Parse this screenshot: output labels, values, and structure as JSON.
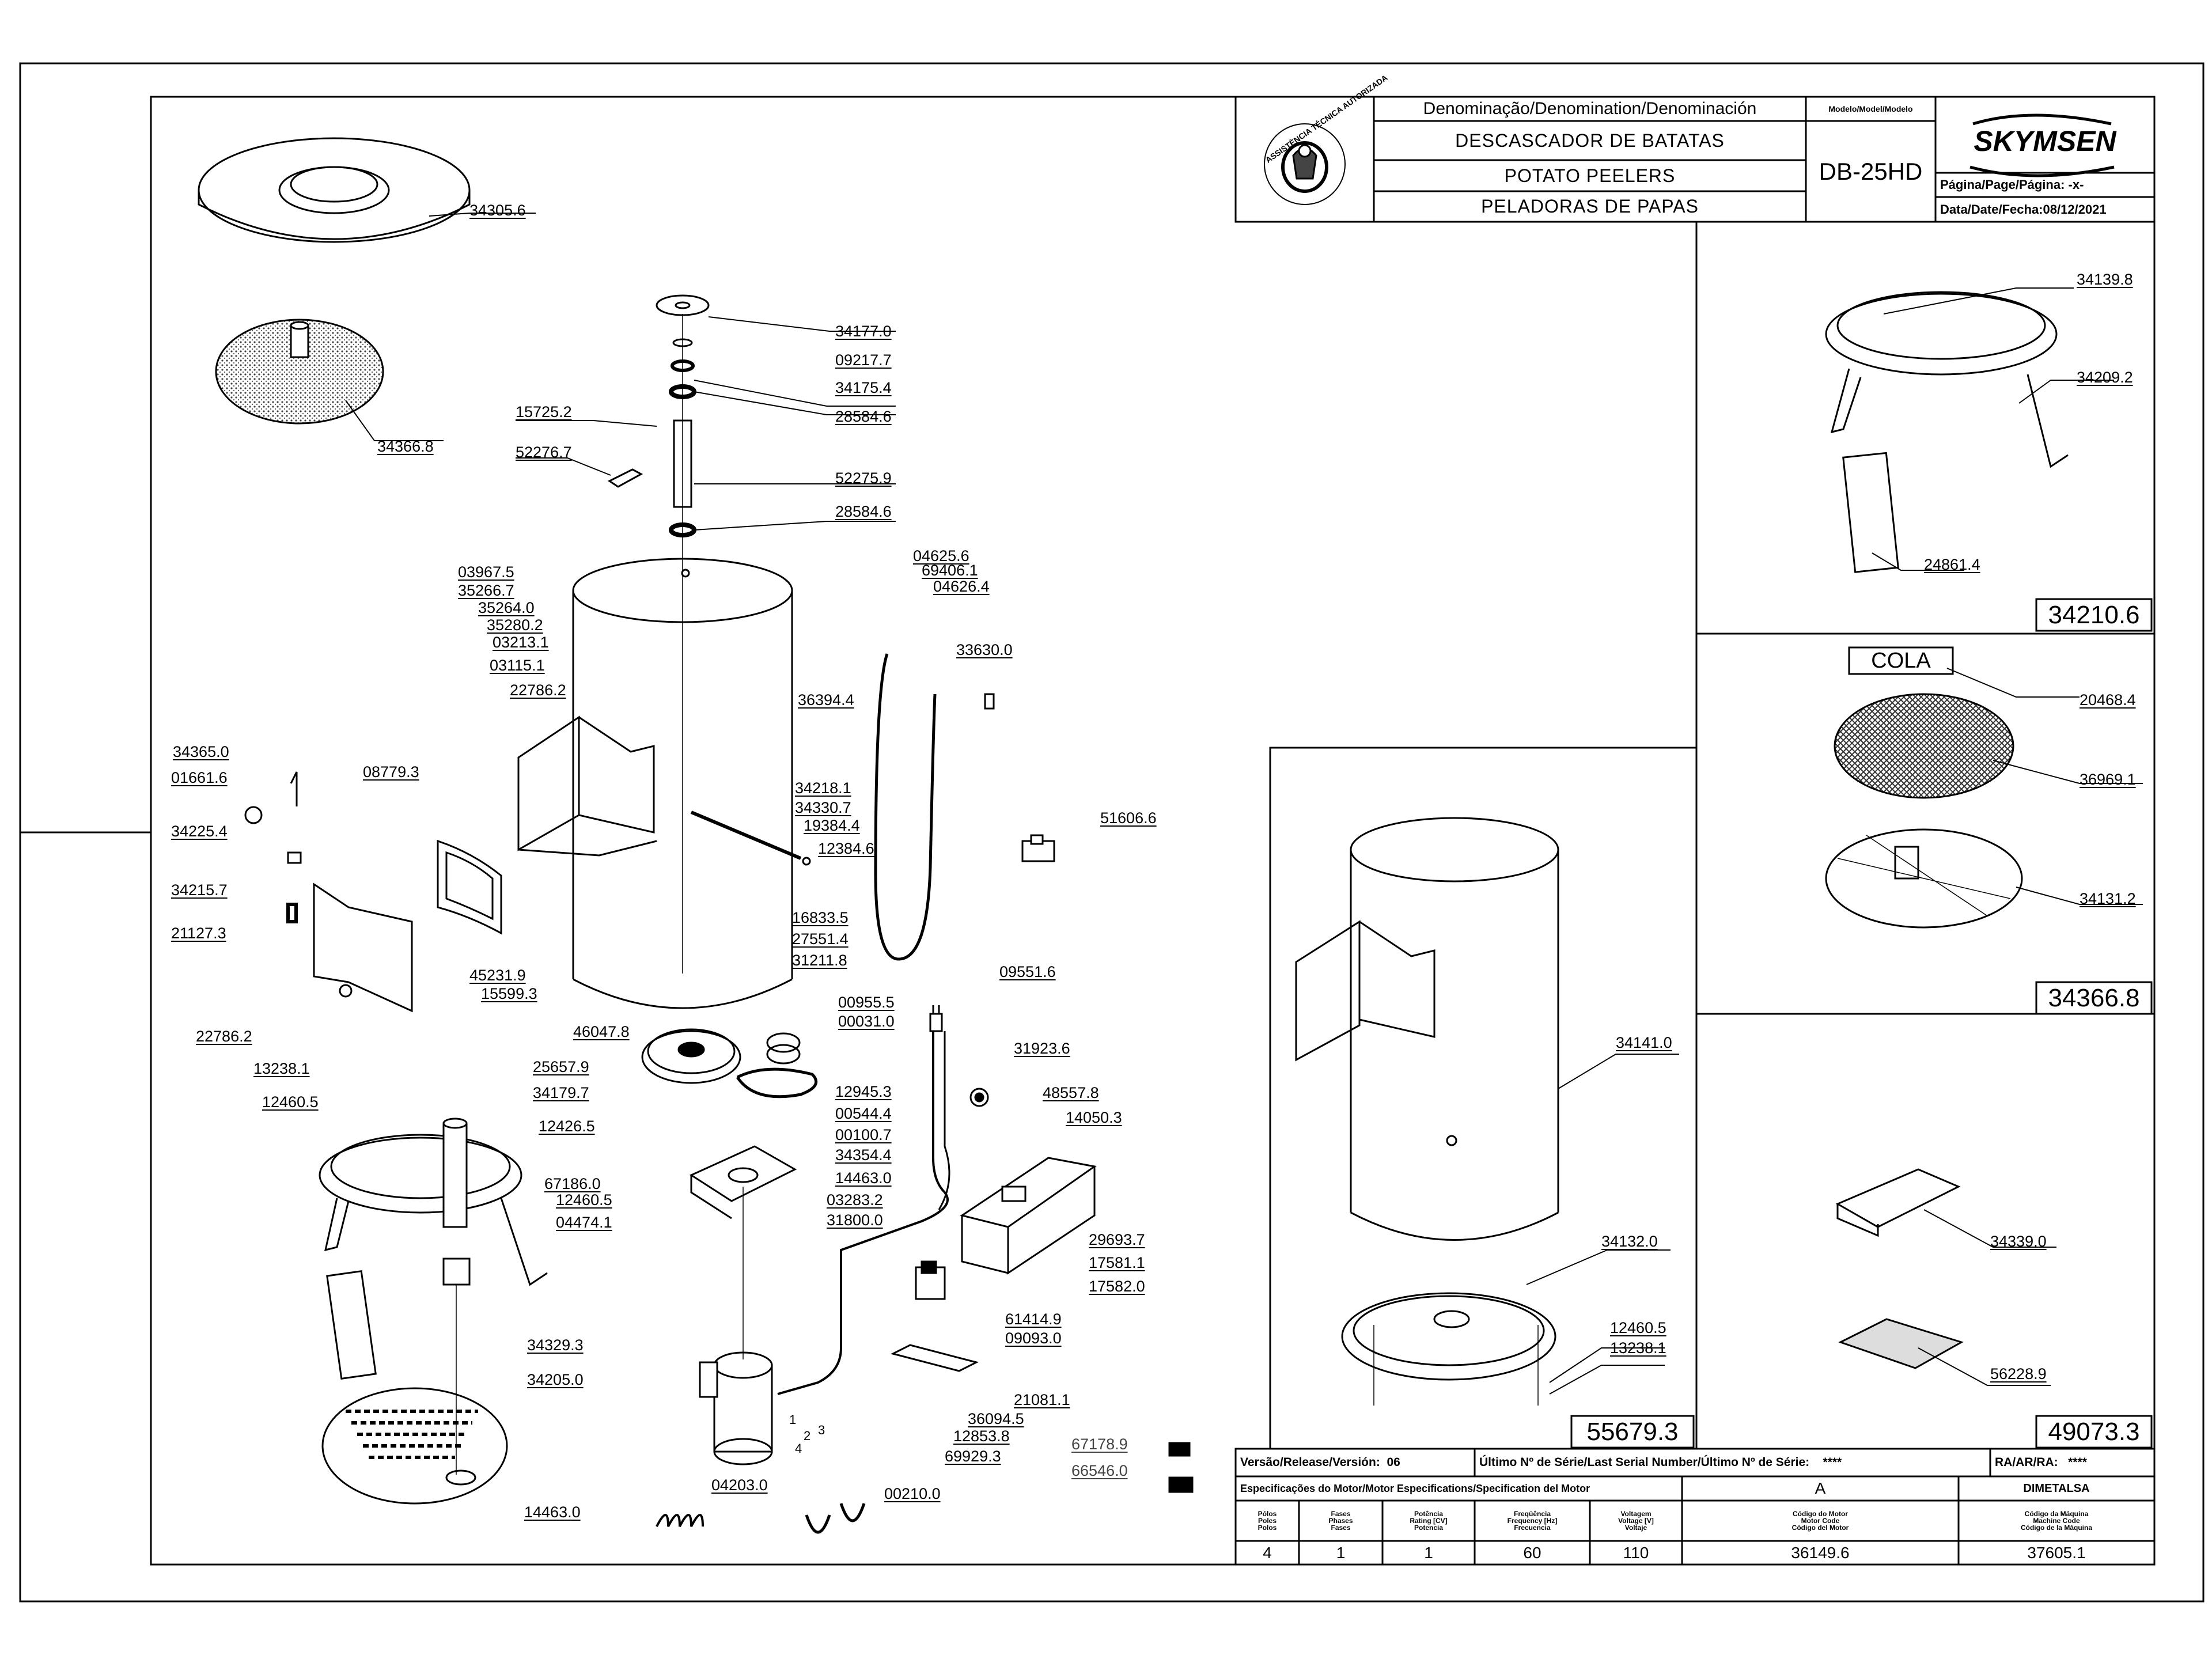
{
  "title_block": {
    "header": "Denominação/Denomination/Denominación",
    "name_pt": "DESCASCADOR DE BATATAS",
    "name_en": "POTATO PEELERS",
    "name_es": "PELADORAS DE PAPAS",
    "model_header": "Modelo/Model/Modelo",
    "model": "DB-25HD",
    "brand": "SKYMSEN",
    "page_label": "Página/Page/Página: -x-",
    "date_label": "Data/Date/Fecha:08/12/2021",
    "seal_text": "ASSISTÊNCIA TÉCNICA AUTORIZADA"
  },
  "parts": [
    {
      "code": "34305.6"
    },
    {
      "code": "34366.8"
    },
    {
      "code": "34177.0"
    },
    {
      "code": "09217.7"
    },
    {
      "code": "34175.4"
    },
    {
      "code": "28584.6"
    },
    {
      "code": "15725.2"
    },
    {
      "code": "52276.7"
    },
    {
      "code": "52275.9"
    },
    {
      "code": "28584.6"
    },
    {
      "code": "03967.5"
    },
    {
      "code": "35266.7"
    },
    {
      "code": "35264.0"
    },
    {
      "code": "35280.2"
    },
    {
      "code": "03213.1"
    },
    {
      "code": "03115.1"
    },
    {
      "code": "22786.2"
    },
    {
      "code": "04625.6"
    },
    {
      "code": "69406.1"
    },
    {
      "code": "04626.4"
    },
    {
      "code": "33630.0"
    },
    {
      "code": "36394.4"
    },
    {
      "code": "34365.0"
    },
    {
      "code": "01661.6"
    },
    {
      "code": "08779.3"
    },
    {
      "code": "34225.4"
    },
    {
      "code": "34215.7"
    },
    {
      "code": "21127.3"
    },
    {
      "code": "22786.2"
    },
    {
      "code": "34218.1"
    },
    {
      "code": "34330.7"
    },
    {
      "code": "19384.4"
    },
    {
      "code": "12384.6"
    },
    {
      "code": "51606.6"
    },
    {
      "code": "16833.5"
    },
    {
      "code": "27551.4"
    },
    {
      "code": "31211.8"
    },
    {
      "code": "45231.9"
    },
    {
      "code": "15599.3"
    },
    {
      "code": "09551.6"
    },
    {
      "code": "46047.8"
    },
    {
      "code": "00955.5"
    },
    {
      "code": "00031.0"
    },
    {
      "code": "13238.1"
    },
    {
      "code": "25657.9"
    },
    {
      "code": "31923.6"
    },
    {
      "code": "12460.5"
    },
    {
      "code": "34179.7"
    },
    {
      "code": "12945.3"
    },
    {
      "code": "48557.8"
    },
    {
      "code": "00544.4"
    },
    {
      "code": "14050.3"
    },
    {
      "code": "12426.5"
    },
    {
      "code": "00100.7"
    },
    {
      "code": "34354.4"
    },
    {
      "code": "14463.0"
    },
    {
      "code": "67186.0"
    },
    {
      "code": "12460.5"
    },
    {
      "code": "03283.2"
    },
    {
      "code": "04474.1"
    },
    {
      "code": "31800.0"
    },
    {
      "code": "29693.7"
    },
    {
      "code": "17581.1"
    },
    {
      "code": "17582.0"
    },
    {
      "code": "61414.9"
    },
    {
      "code": "09093.0"
    },
    {
      "code": "34329.3"
    },
    {
      "code": "34205.0"
    },
    {
      "code": "21081.1"
    },
    {
      "code": "36094.5"
    },
    {
      "code": "12853.8"
    },
    {
      "code": "69929.3"
    },
    {
      "code": "67178.9"
    },
    {
      "code": "66546.0"
    },
    {
      "code": "14463.0"
    },
    {
      "code": "04203.0"
    },
    {
      "code": "00210.0"
    },
    {
      "code": "34139.8"
    },
    {
      "code": "34209.2"
    },
    {
      "code": "24861.4"
    },
    {
      "code": "20468.4"
    },
    {
      "code": "36969.1"
    },
    {
      "code": "34131.2"
    },
    {
      "code": "34141.0"
    },
    {
      "code": "34132.0"
    },
    {
      "code": "12460.5"
    },
    {
      "code": "13238.1"
    },
    {
      "code": "34339.0"
    },
    {
      "code": "56228.9"
    }
  ],
  "callout_words": {
    "cola": "COLA"
  },
  "wire_numbers": [
    "1",
    "2",
    "3",
    "4"
  ],
  "assembly_boxes": {
    "top_right": "34210.6",
    "mid_right": "34366.8",
    "drum": "55679.3",
    "bottom_right": "49073.3"
  },
  "release_row": {
    "version_label": "Versão/Release/Versión:",
    "version": "06",
    "serial_label": "Último Nº de Série/Last Serial Number/Último Nº de Série:",
    "serial": "****",
    "ra_label": "RA/AR/RA:",
    "ra": "****"
  },
  "motor_spec": {
    "header": "Especificações do Motor/Motor Especifications/Specification del Motor",
    "supplier_letter": "A",
    "supplier": "DIMETALSA",
    "columns": [
      [
        "Pólos",
        "Poles",
        "Polos"
      ],
      [
        "Fases",
        "Phases",
        "Fases"
      ],
      [
        "Potência",
        "Rating [CV]",
        "Potencia"
      ],
      [
        "Freqüência",
        "Frequency [Hz]",
        "Frecuencia"
      ],
      [
        "Voltagem",
        "Voltage [V]",
        "Voltaje"
      ],
      [
        "Código do Motor",
        "Motor Code",
        "Código del Motor"
      ],
      [
        "Código da Máquina",
        "Machine Code",
        "Código de la Máquina"
      ]
    ],
    "values": [
      "4",
      "1",
      "1",
      "60",
      "110",
      "36149.6",
      "37605.1"
    ]
  },
  "colors": {
    "ink": "#000000",
    "paper": "#ffffff",
    "pattern_grey": "#555555"
  }
}
